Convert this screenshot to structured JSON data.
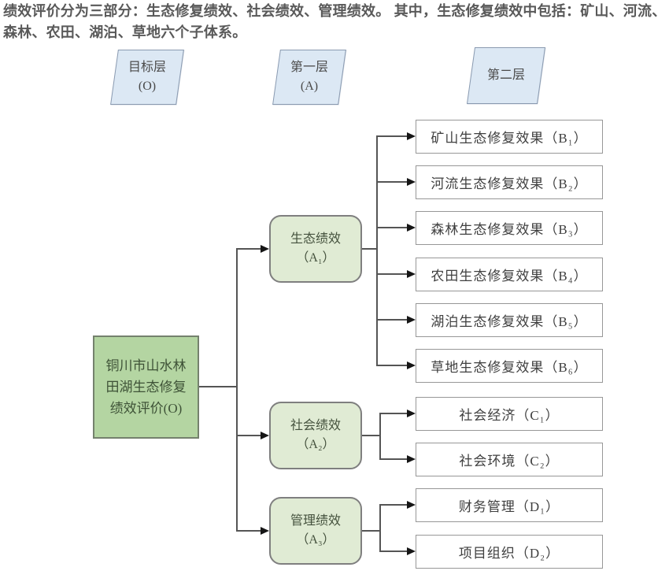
{
  "intro": {
    "text": "绩效评价分为三部分：生态修复绩效、社会绩效、管理绩效。 其中，生态修复绩效中包括：矿山、河流、森林、农田、湖泊、草地六个子体系。"
  },
  "diagram": {
    "layers": [
      {
        "id": "objective-layer",
        "label": "目标层\n(O)"
      },
      {
        "id": "first-layer",
        "label": "第一层\n(A)"
      },
      {
        "id": "second-layer",
        "label": "第二层"
      }
    ],
    "root": {
      "id": "O",
      "label": "铜川市山水林\n田湖生态修复\n绩效评价(O)"
    },
    "level1": [
      {
        "id": "A1",
        "label": "生态绩效\n（A₁）",
        "parent": "O"
      },
      {
        "id": "A2",
        "label": "社会绩效\n（A₂）",
        "parent": "O"
      },
      {
        "id": "A3",
        "label": "管理绩效\n（A₃）",
        "parent": "O"
      }
    ],
    "level2": [
      {
        "id": "B1",
        "label": "矿山生态修复效果（B₁）",
        "parent": "A1"
      },
      {
        "id": "B2",
        "label": "河流生态修复效果（B₂）",
        "parent": "A1"
      },
      {
        "id": "B3",
        "label": "森林生态修复效果（B₃）",
        "parent": "A1"
      },
      {
        "id": "B4",
        "label": "农田生态修复效果（B₄）",
        "parent": "A1"
      },
      {
        "id": "B5",
        "label": "湖泊生态修复效果（B₅）",
        "parent": "A1"
      },
      {
        "id": "B6",
        "label": "草地生态修复效果（B₆）",
        "parent": "A1"
      },
      {
        "id": "C1",
        "label": "社会经济（C₁）",
        "parent": "A2"
      },
      {
        "id": "C2",
        "label": "社会环境（C₂）",
        "parent": "A2"
      },
      {
        "id": "D1",
        "label": "财务管理（D₁）",
        "parent": "A3"
      },
      {
        "id": "D2",
        "label": "项目组织（D₂）",
        "parent": "A3"
      }
    ],
    "colors": {
      "intro_text": "#595959",
      "layer_header_fill": "#dce8f4",
      "root_fill": "#b4d5a2",
      "level1_fill": "#e0ebd4",
      "leaf_fill": "#ffffff",
      "box_border": "#7f7f7f",
      "connector": "#555555"
    }
  }
}
